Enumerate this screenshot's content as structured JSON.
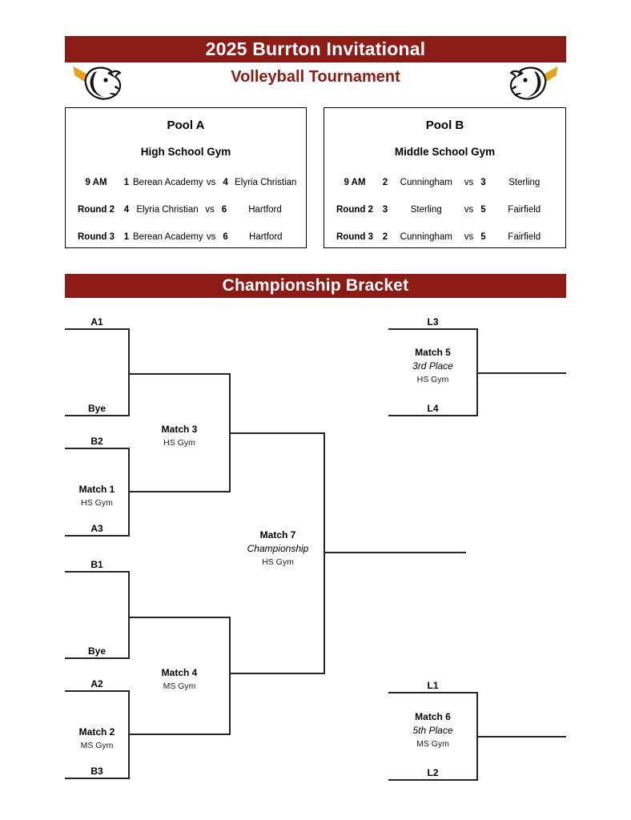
{
  "header": {
    "title": "2025 Burrton Invitational",
    "subtitle": "Volleyball Tournament",
    "banner_color": "#8C1A15",
    "mascot_icon": "horse-head-lightning-icon"
  },
  "bracket_header": {
    "title": "Championship Bracket"
  },
  "pools": [
    {
      "name": "Pool A",
      "venue": "High School Gym",
      "matches": [
        {
          "round": "9 AM",
          "seed1": "1",
          "team1": "Berean Academy",
          "vs": "vs",
          "seed2": "4",
          "team2": "Elyria Christian"
        },
        {
          "round": "Round 2",
          "seed1": "4",
          "team1": "Elyria Christian",
          "vs": "vs",
          "seed2": "6",
          "team2": "Hartford"
        },
        {
          "round": "Round 3",
          "seed1": "1",
          "team1": "Berean Academy",
          "vs": "vs",
          "seed2": "6",
          "team2": "Hartford"
        }
      ]
    },
    {
      "name": "Pool B",
      "venue": "Middle School Gym",
      "matches": [
        {
          "round": "9 AM",
          "seed1": "2",
          "team1": "Cunningham",
          "vs": "vs",
          "seed2": "3",
          "team2": "Sterling"
        },
        {
          "round": "Round 2",
          "seed1": "3",
          "team1": "Sterling",
          "vs": "vs",
          "seed2": "5",
          "team2": "Fairfield"
        },
        {
          "round": "Round 3",
          "seed1": "2",
          "team1": "Cunningham",
          "vs": "vs",
          "seed2": "5",
          "team2": "Fairfield"
        }
      ]
    }
  ],
  "bracket": {
    "slots": [
      {
        "id": "a1",
        "label": "A1"
      },
      {
        "id": "bye-top",
        "label": "Bye"
      },
      {
        "id": "b2",
        "label": "B2"
      },
      {
        "id": "a3",
        "label": "A3"
      },
      {
        "id": "b1",
        "label": "B1"
      },
      {
        "id": "bye-bot",
        "label": "Bye"
      },
      {
        "id": "a2",
        "label": "A2"
      },
      {
        "id": "b3",
        "label": "B3"
      },
      {
        "id": "l3",
        "label": "L3"
      },
      {
        "id": "l4",
        "label": "L4"
      },
      {
        "id": "l1",
        "label": "L1"
      },
      {
        "id": "l2",
        "label": "L2"
      }
    ],
    "matches": [
      {
        "id": "match-1",
        "name": "Match 1",
        "sub": "",
        "gym": "HS Gym"
      },
      {
        "id": "match-2",
        "name": "Match 2",
        "sub": "",
        "gym": "MS Gym"
      },
      {
        "id": "match-3",
        "name": "Match 3",
        "sub": "",
        "gym": "HS Gym"
      },
      {
        "id": "match-4",
        "name": "Match 4",
        "sub": "",
        "gym": "MS Gym"
      },
      {
        "id": "match-5",
        "name": "Match 5",
        "sub": "3rd Place",
        "gym": "HS Gym"
      },
      {
        "id": "match-6",
        "name": "Match 6",
        "sub": "5th Place",
        "gym": "MS Gym"
      },
      {
        "id": "match-7",
        "name": "Match 7",
        "sub": "Championship",
        "gym": "HS Gym"
      }
    ]
  }
}
